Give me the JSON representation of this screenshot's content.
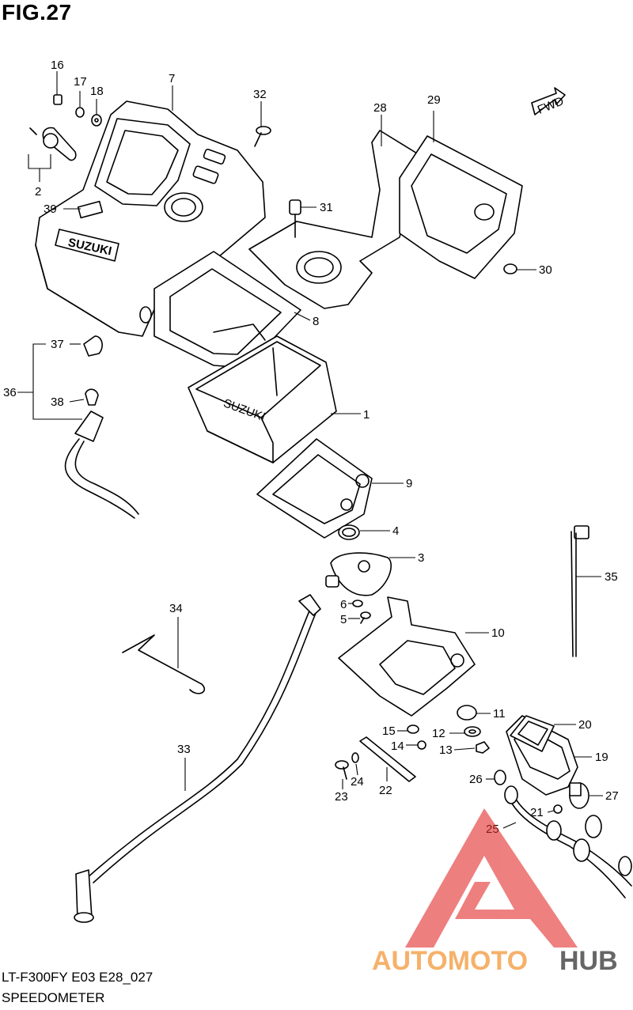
{
  "figure": {
    "title": "FIG.27",
    "code": "LT-F300FY E03 E28_027",
    "name": "SPEEDOMETER",
    "direction_label": "FWD"
  },
  "watermark": {
    "brand_part1": "AUTOMOTO",
    "brand_part2": "HUB",
    "colors": {
      "triangle": "#e32b2b",
      "text1": "#f4a451",
      "text2": "#333333"
    }
  },
  "callouts": [
    "1",
    "2",
    "3",
    "4",
    "5",
    "6",
    "7",
    "8",
    "9",
    "10",
    "11",
    "12",
    "13",
    "14",
    "15",
    "16",
    "17",
    "18",
    "19",
    "20",
    "21",
    "22",
    "23",
    "24",
    "25",
    "26",
    "27",
    "28",
    "29",
    "30",
    "31",
    "32",
    "33",
    "34",
    "35",
    "36",
    "37",
    "38",
    "39"
  ],
  "embossed": {
    "case_text": "SUZUKI"
  }
}
